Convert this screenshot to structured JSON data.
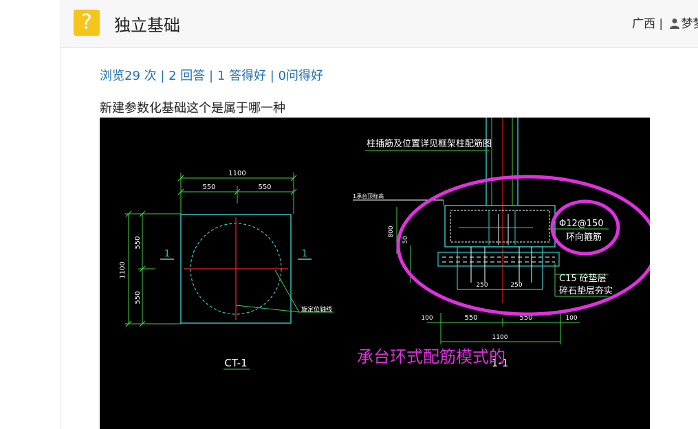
{
  "header": {
    "icon": "question-mark-icon",
    "icon_glyph": "?",
    "title": "独立基础",
    "region": "广西",
    "separator": "|",
    "username": "梦梦"
  },
  "stats": {
    "text": "浏览29 次 | 2 回答 | 1 答得好 | 0问得好"
  },
  "question": {
    "text": "新建参数化基础这个是属于哪一种"
  },
  "figure": {
    "left_drawing": {
      "dim_top_total": "1100",
      "dim_top_left": "550",
      "dim_top_right": "550",
      "dim_side_total": "1100",
      "dim_side_upper": "550",
      "dim_side_lower": "550",
      "section_mark_left": "1",
      "section_mark_right": "1",
      "callout": "旋定位轴线",
      "label": "CT-1"
    },
    "right_drawing": {
      "note_top": "柱插筋及位置详见框架柱配筋图",
      "level_note": "1承台顶标高",
      "dim_height": "800",
      "dim_50": "50",
      "rebar_label": "Φ12@150",
      "rebar_desc": "环向箍筋",
      "cushion_1": "C15 砼垫层",
      "cushion_2": "碎石垫层夯实",
      "dim_250_left": "250",
      "dim_250_right": "250",
      "dim_bottom_100_left": "100",
      "dim_bottom_550_left": "550",
      "dim_bottom_550_right": "550",
      "dim_bottom_100_right": "100",
      "dim_bottom_total": "1100",
      "section_label": "1-1"
    },
    "annotation": "承台环式配筋模式的",
    "colors": {
      "cad_green": "#3fd43f",
      "cad_cyan": "#33cccc",
      "cad_red": "#ff2020",
      "cad_white": "#ffffff",
      "annotation_magenta": "#e030e0"
    }
  }
}
